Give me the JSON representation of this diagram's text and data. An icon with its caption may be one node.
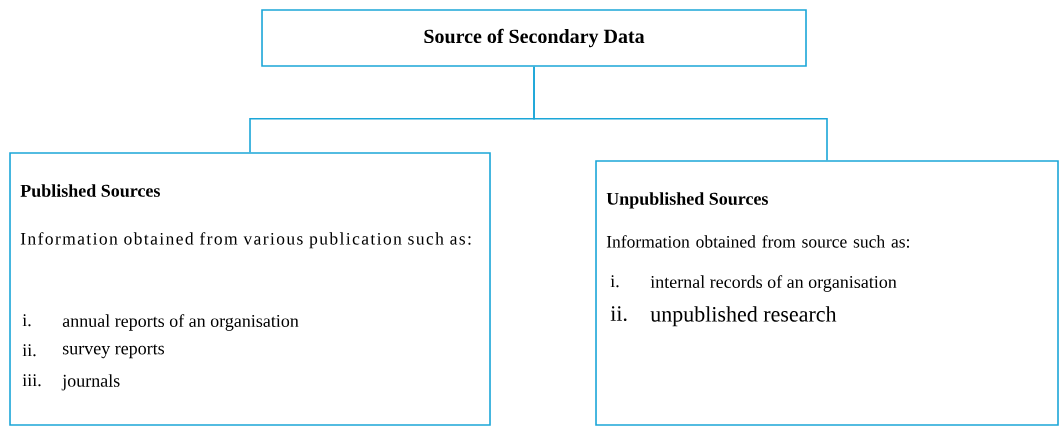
{
  "diagram": {
    "nodes": [
      {
        "text": [
          "Source of Secondary Data"
        ]
      },
      {
        "text": [
          "Published Sources",
          "Information obtained from various publication such as:",
          "i.",
          "annual reports of an organisation",
          "ii.",
          "survey reports",
          "iii.",
          "journals"
        ]
      },
      {
        "text": [
          "Unpublished Sources",
          "Information obtained from source such as:",
          "i.",
          "internal records of an organisation",
          "ii.",
          "unpublished research"
        ]
      }
    ],
    "edges": [
      {
        "from": 0,
        "to": 1,
        "arrow": "none"
      },
      {
        "from": 0,
        "to": 2,
        "arrow": "none"
      }
    ]
  }
}
